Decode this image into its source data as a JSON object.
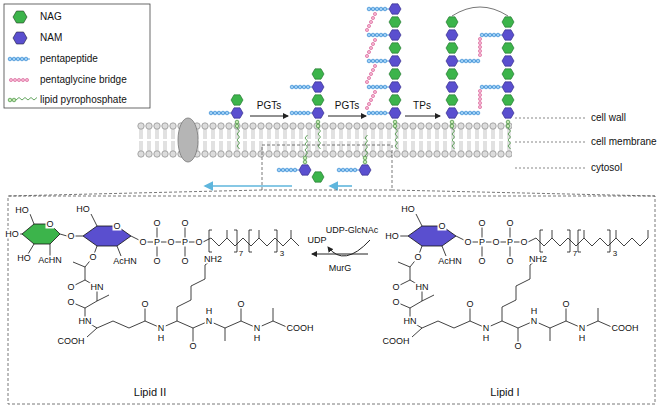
{
  "diagram": {
    "labels": [
      "PGTs",
      "PGTs",
      "TPs",
      "cell wall",
      "cell membrane",
      "cytosol",
      "HO",
      "O",
      "HO",
      "HO",
      "AcHN",
      "O",
      "HO",
      "O",
      "AcHN",
      "O",
      "O",
      "HN",
      "O",
      "HN",
      "COOH",
      "O",
      "N",
      "H",
      "NH2",
      "O",
      "N",
      "H",
      "O",
      "N",
      "H",
      "COOH",
      "O",
      "P",
      "O",
      "P",
      "O",
      "O",
      "O",
      "O",
      "O",
      "7",
      "3",
      "Lipid II",
      "UDP",
      "UDP-GlcNAc",
      "MurG",
      "HO",
      "HO",
      "O",
      "AcHN",
      "O",
      "O",
      "HN",
      "O",
      "HN",
      "COOH",
      "O",
      "N",
      "H",
      "NH2",
      "O",
      "N",
      "H",
      "O",
      "N",
      "H",
      "COOH",
      "O",
      "P",
      "O",
      "P",
      "O",
      "O",
      "O",
      "O",
      "O",
      "7",
      "3",
      "Lipid I"
    ],
    "legend": [
      {
        "text": "NAG",
        "color": "#3cb44b"
      },
      {
        "text": "NAM",
        "color": "#5a4fcf"
      },
      {
        "text": "pentapeptide"
      },
      {
        "text": "pentaglycine bridge"
      },
      {
        "text": "lipid pyrophosphate"
      }
    ]
  }
}
